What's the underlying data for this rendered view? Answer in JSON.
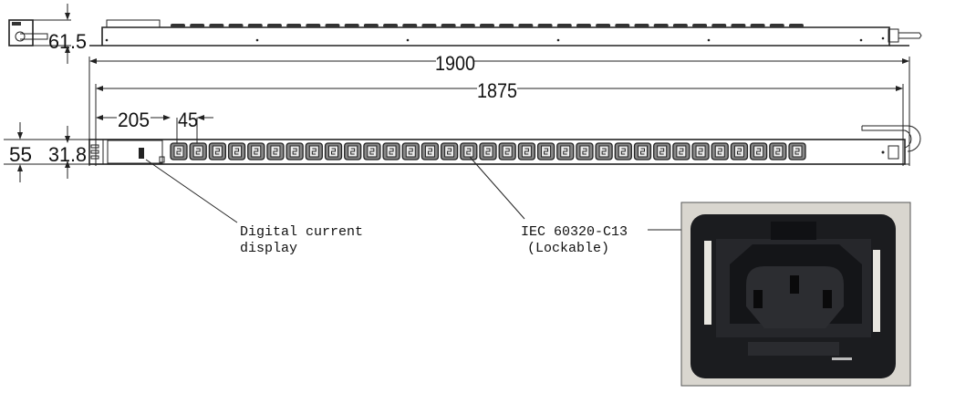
{
  "dimensions": {
    "bracket_height": "61.5",
    "overall_length": "1900",
    "mounting_length": "1875",
    "first_outlet_offset": "205",
    "outlet_pitch": "45",
    "body_width": "55",
    "body_depth": "31.8"
  },
  "callouts": {
    "display": {
      "line1": "Digital current",
      "line2": "display"
    },
    "outlet": {
      "line1": "IEC 60320-C13",
      "line2": "(Lockable)"
    }
  },
  "outlet_count": 33,
  "colors": {
    "line": "#222222",
    "socket_body": "#1b1c1f",
    "photo_bg": "#d9d6cf"
  }
}
